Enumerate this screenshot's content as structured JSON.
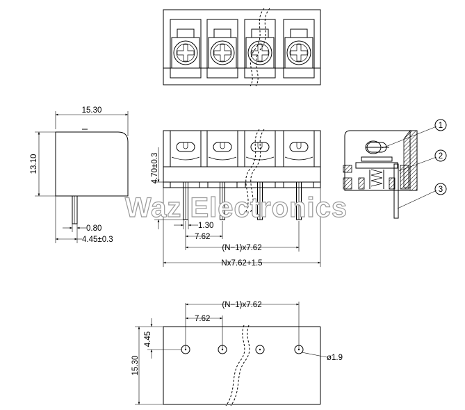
{
  "watermark": "Waz Electronics",
  "dimensions": {
    "side_width": "15.30",
    "side_height": "13.10",
    "pin_width": "0.80",
    "pin_offset": "4.45±0.3",
    "pin_height": "4.70±0.3",
    "pin_thickness": "1.30",
    "pitch": "7.62",
    "span": "(N−1)x7.62",
    "total_length": "Nx7.62+1.5",
    "pcb_pitch": "7.62",
    "pcb_span": "(N−1)x7.62",
    "pcb_row_offset": "4.45",
    "pcb_width": "15.30",
    "hole_diameter": "ø1.9"
  },
  "callouts": [
    "1",
    "2",
    "3"
  ]
}
